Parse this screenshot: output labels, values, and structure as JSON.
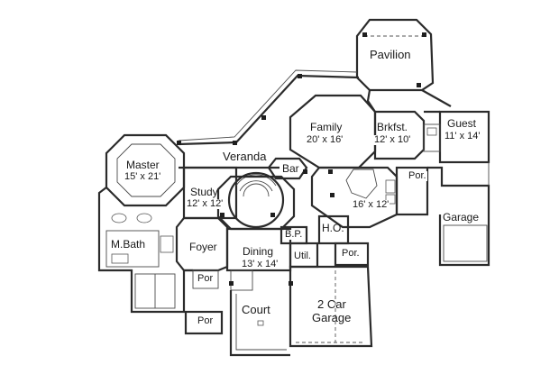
{
  "rooms": {
    "pavilion": "Pavilion",
    "family_name": "Family",
    "family_dim": "20' x 16'",
    "brkfst_name": "Brkfst.",
    "brkfst_dim": "12' x 10'",
    "guest_name": "Guest",
    "guest_dim": "11' x 14'",
    "master_name": "Master",
    "master_dim": "15' x 21'",
    "veranda": "Veranda",
    "bar": "Bar",
    "study_name": "Study",
    "study_dim": "12' x 12'",
    "kitchen_dim": "16' x 12'",
    "por_upper": "Por.",
    "garage_side": "Garage",
    "mbath": "M.Bath",
    "foyer": "Foyer",
    "dining_name": "Dining",
    "dining_dim": "13' x 14'",
    "bp": "B.P.",
    "ho": "H.O.",
    "util": "Util.",
    "por_right": "Por.",
    "por_left": "Por",
    "court": "Court",
    "garage_main_line1": "2 Car",
    "garage_main_line2": "Garage",
    "por_bottom": "Por"
  }
}
